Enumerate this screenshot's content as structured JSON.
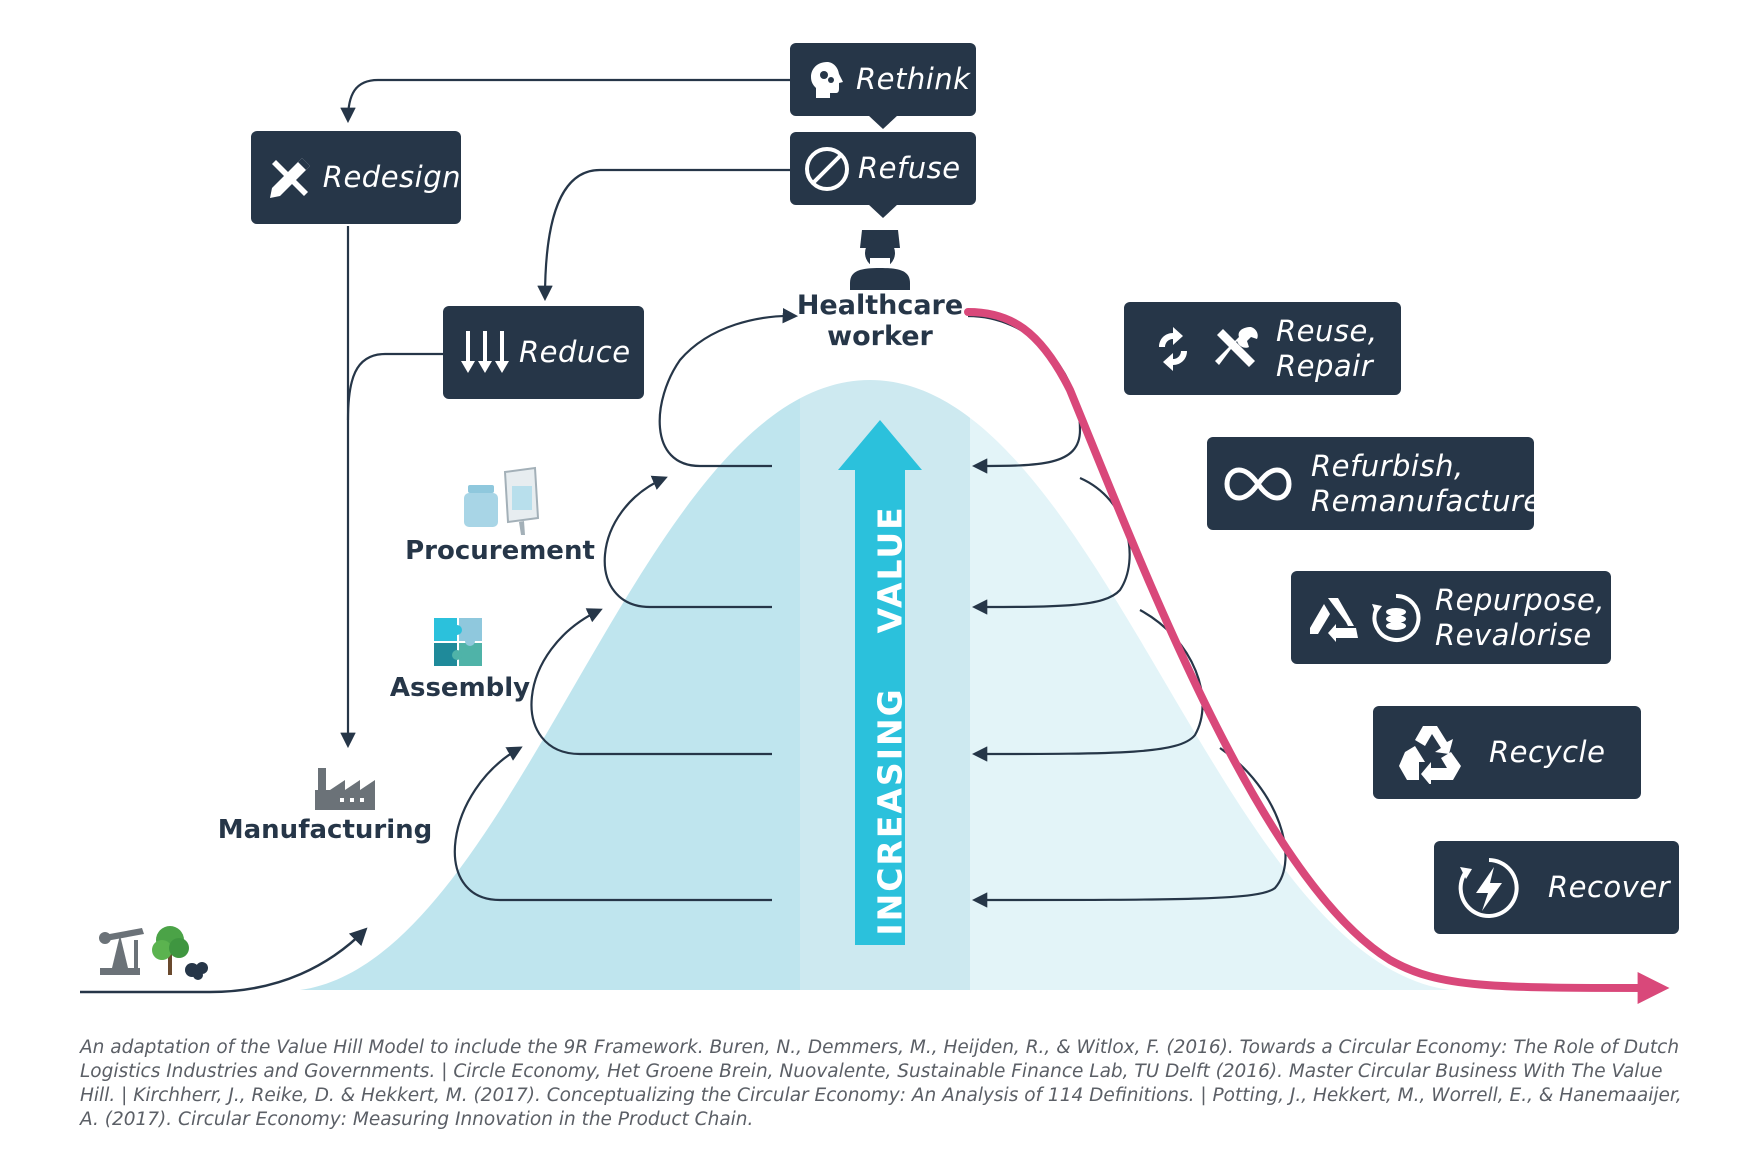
{
  "nodes": {
    "rethink": "Rethink",
    "redesign": "Redesign",
    "refuse": "Refuse",
    "reduce": "Reduce",
    "healthcare_worker": [
      "Healthcare",
      "worker"
    ],
    "procurement": "Procurement",
    "assembly": "Assembly",
    "manufacturing": "Manufacturing"
  },
  "value_label": {
    "word1": "INCREASING",
    "word2": "VALUE"
  },
  "recovery_strategies": [
    {
      "lines": [
        "Reuse,",
        "Repair"
      ],
      "icons": [
        "arrows-cycle-icon",
        "tools-icon"
      ]
    },
    {
      "lines": [
        "Refurbish,",
        "Remanufacture"
      ],
      "icons": [
        "infinity-icon"
      ]
    },
    {
      "lines": [
        "Repurpose,",
        "Revalorise"
      ],
      "icons": [
        "recycle-triangle-icon",
        "coins-cycle-icon"
      ]
    },
    {
      "lines": [
        "Recycle"
      ],
      "icons": [
        "recycle-icon"
      ]
    },
    {
      "lines": [
        "Recover"
      ],
      "icons": [
        "energy-recovery-icon"
      ]
    }
  ],
  "colors": {
    "box": "#263648",
    "hill_dark": "#bfe5ee",
    "hill_light": "#e3f4f8",
    "value_arrow": "#2bc1dc",
    "decline_curve": "#d9487a",
    "line": "#263648"
  },
  "citation": "An adaptation of the Value Hill Model to include the 9R Framework. Buren, N., Demmers, M., Heijden, R., & Witlox, F. (2016). Towards a Circular Economy: The Role of Dutch Logistics Industries and Governments. | Circle Economy, Het Groene Brein, Nuovalente, Sustainable Finance Lab, TU Delft (2016). Master Circular Business With The Value Hill. | Kirchherr, J., Reike, D. & Hekkert, M. (2017). Conceptualizing the Circular Economy: An Analysis of 114 Definitions. | Potting, J., Hekkert, M., Worrell, E., & Hanemaaijer, A. (2017). Circular Economy: Measuring Innovation in the Product Chain."
}
